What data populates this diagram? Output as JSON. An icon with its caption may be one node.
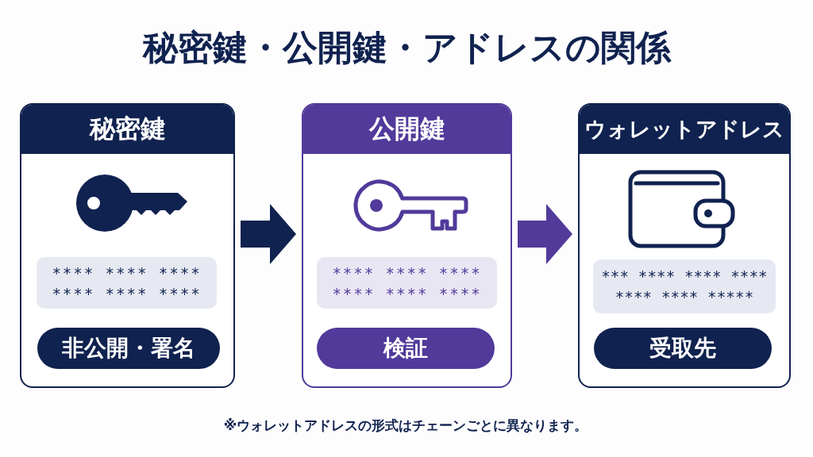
{
  "diagram": {
    "title": "秘密鍵・公開鍵・アドレスの関係",
    "nodes": [
      {
        "text": [
          "秘密鍵"
        ]
      },
      {
        "text": [
          "**** **** **** **** **** ****"
        ],
        "in": 0
      },
      {
        "text": [
          "非公開・署名"
        ],
        "in": 0
      },
      {
        "text": [
          "公開鍵"
        ]
      },
      {
        "text": [
          "**** **** **** **** **** ****"
        ],
        "in": 3
      },
      {
        "text": [
          "検証"
        ],
        "in": 3
      },
      {
        "text": [
          "ウォレットアドレス"
        ]
      },
      {
        "text": [
          "*** **** **** **** **** **** *****"
        ],
        "in": 6
      },
      {
        "text": [
          "受取先"
        ],
        "in": 6
      }
    ],
    "edges": [
      {
        "from": 0,
        "to": 3,
        "arrow": "to",
        "color": "#10224f"
      },
      {
        "from": 3,
        "to": 6,
        "arrow": "to",
        "color": "#513a9a"
      }
    ],
    "labels": [
      "※ウォレットアドレスの形式はチェーンごとに異なります。"
    ]
  }
}
